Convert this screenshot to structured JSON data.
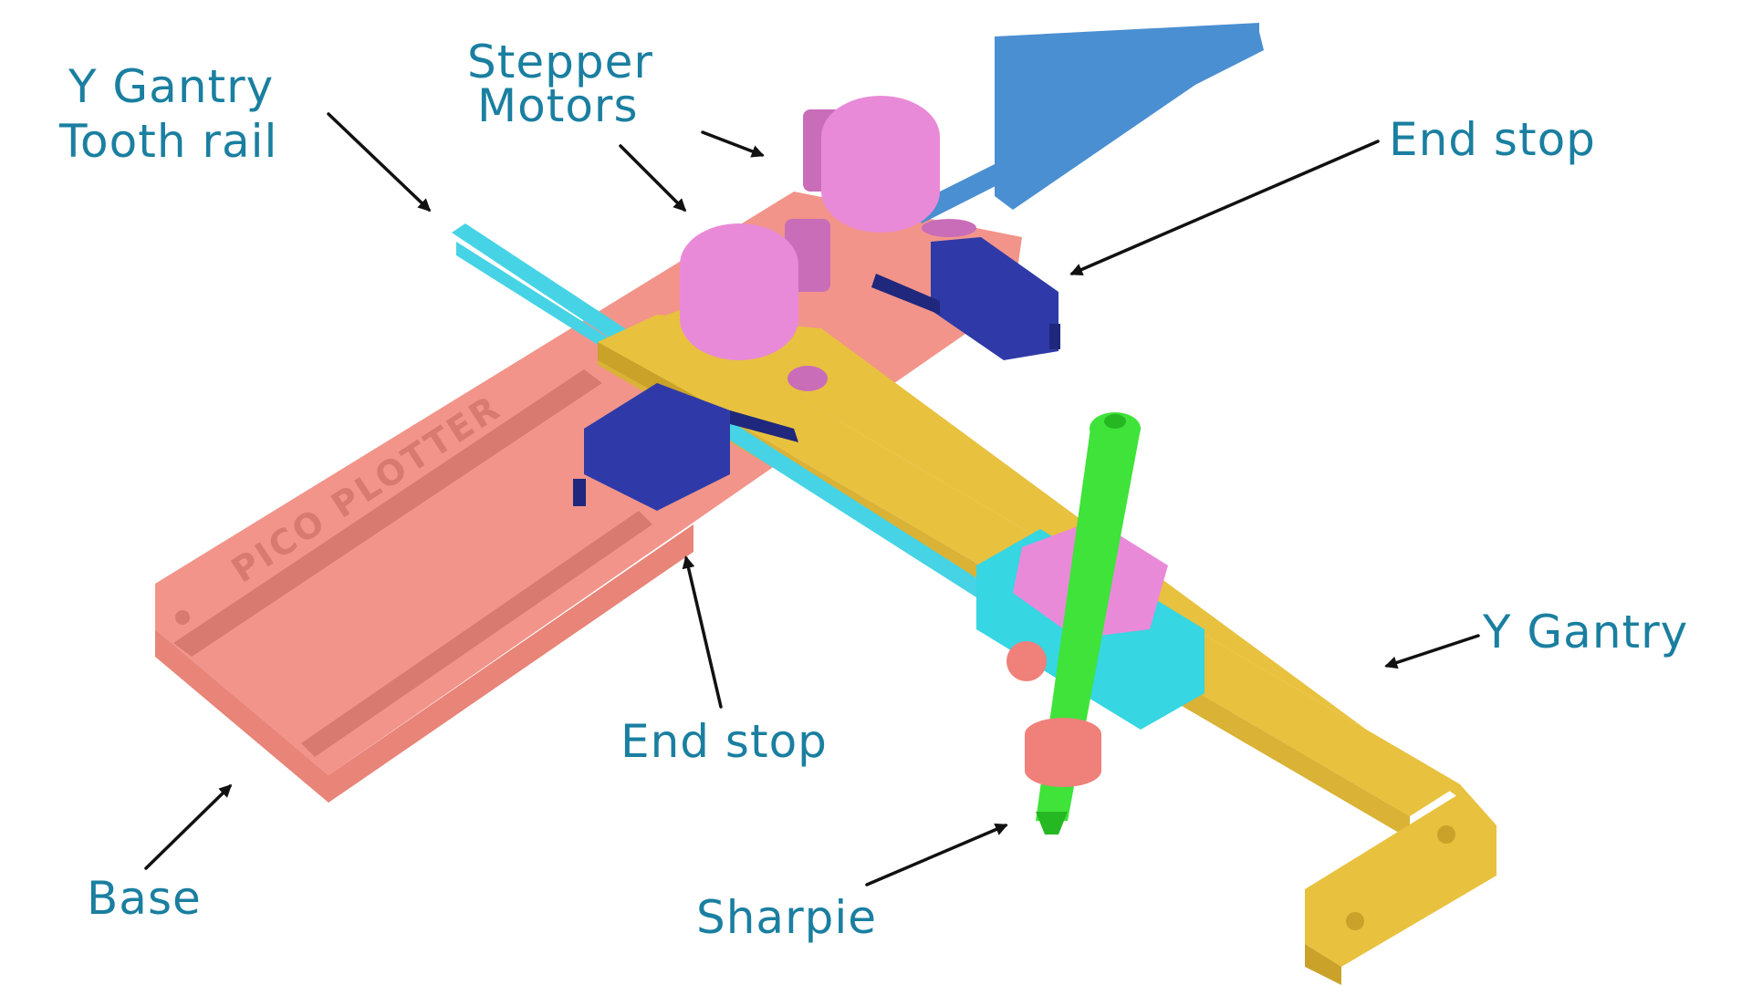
{
  "colors": {
    "label": "#1a7fa0",
    "arrow": "#111111",
    "base": "#f2948a",
    "base_dark": "#d87a70",
    "base_side": "#e88478",
    "gantry": "#e8c13e",
    "gantry_dark": "#caa22a",
    "gantry_side": "#d9b236",
    "rail_y": "#46d3e6",
    "rail_x": "#4a8fd1",
    "motor": "#e98ad8",
    "motor_dark": "#c96db9",
    "switch": "#2f3aa8",
    "switch_dark": "#1f287c",
    "pen": "#3fe33a",
    "pen_dark": "#26b822",
    "holder": "#36d6e3",
    "collar": "#f0807a"
  },
  "engraving": "PICO PLOTTER",
  "labels": {
    "y_rail": [
      "Y Gantry",
      "Tooth rail"
    ],
    "motors": [
      "Stepper",
      "Motors"
    ],
    "end_stop_top": "End stop",
    "end_stop_bottom": "End stop",
    "y_gantry": "Y Gantry",
    "base": "Base",
    "sharpie": "Sharpie"
  }
}
